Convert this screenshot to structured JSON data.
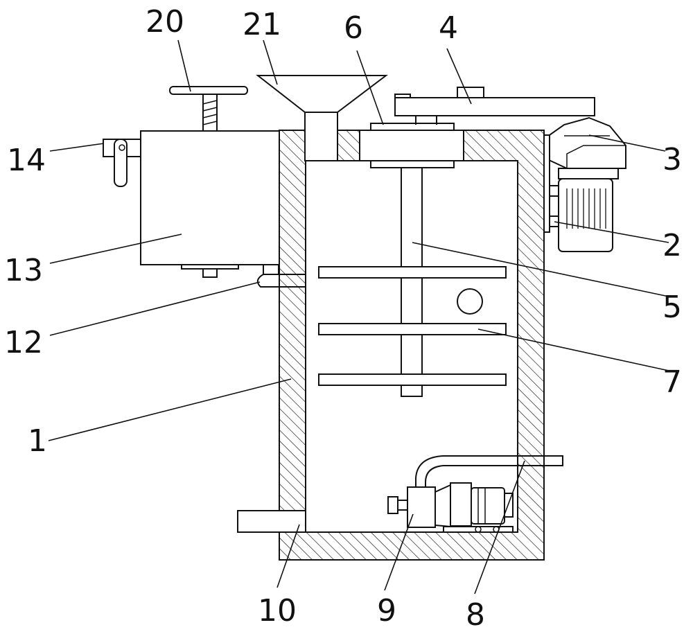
{
  "figure": {
    "background": "#ffffff",
    "line_color": "#111111",
    "hatch_color": "#111111",
    "callouts": [
      {
        "id": "c1",
        "label": "1"
      },
      {
        "id": "c2",
        "label": "2"
      },
      {
        "id": "c3",
        "label": "3"
      },
      {
        "id": "c4",
        "label": "4"
      },
      {
        "id": "c5",
        "label": "5"
      },
      {
        "id": "c6",
        "label": "6"
      },
      {
        "id": "c7",
        "label": "7"
      },
      {
        "id": "c8",
        "label": "8"
      },
      {
        "id": "c9",
        "label": "9"
      },
      {
        "id": "c10",
        "label": "10"
      },
      {
        "id": "c12",
        "label": "12"
      },
      {
        "id": "c13",
        "label": "13"
      },
      {
        "id": "c14",
        "label": "14"
      },
      {
        "id": "c20",
        "label": "20"
      },
      {
        "id": "c21",
        "label": "21"
      }
    ]
  }
}
